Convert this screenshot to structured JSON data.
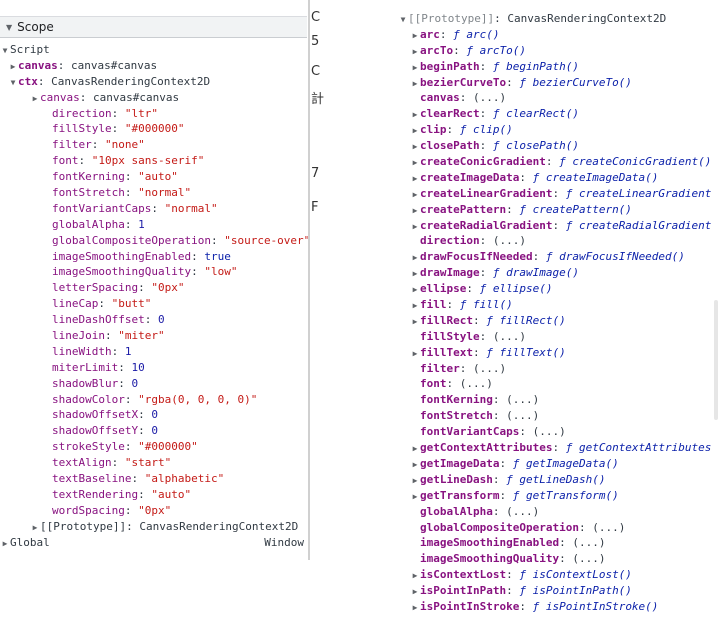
{
  "scope": {
    "title": "Scope"
  },
  "script": {
    "label": "Script",
    "canvas": {
      "key": "canvas",
      "value": "canvas#canvas"
    },
    "ctx": {
      "key": "ctx",
      "value": "CanvasRenderingContext2D"
    },
    "ctx_props": [
      {
        "key": "canvas",
        "value": "canvas#canvas",
        "kind": "o",
        "arrow": true
      },
      {
        "key": "direction",
        "value": "\"ltr\"",
        "kind": "s"
      },
      {
        "key": "fillStyle",
        "value": "\"#000000\"",
        "kind": "s"
      },
      {
        "key": "filter",
        "value": "\"none\"",
        "kind": "s"
      },
      {
        "key": "font",
        "value": "\"10px sans-serif\"",
        "kind": "s"
      },
      {
        "key": "fontKerning",
        "value": "\"auto\"",
        "kind": "s"
      },
      {
        "key": "fontStretch",
        "value": "\"normal\"",
        "kind": "s"
      },
      {
        "key": "fontVariantCaps",
        "value": "\"normal\"",
        "kind": "s"
      },
      {
        "key": "globalAlpha",
        "value": "1",
        "kind": "n"
      },
      {
        "key": "globalCompositeOperation",
        "value": "\"source-over\"",
        "kind": "s"
      },
      {
        "key": "imageSmoothingEnabled",
        "value": "true",
        "kind": "b"
      },
      {
        "key": "imageSmoothingQuality",
        "value": "\"low\"",
        "kind": "s"
      },
      {
        "key": "letterSpacing",
        "value": "\"0px\"",
        "kind": "s"
      },
      {
        "key": "lineCap",
        "value": "\"butt\"",
        "kind": "s"
      },
      {
        "key": "lineDashOffset",
        "value": "0",
        "kind": "n"
      },
      {
        "key": "lineJoin",
        "value": "\"miter\"",
        "kind": "s"
      },
      {
        "key": "lineWidth",
        "value": "1",
        "kind": "n"
      },
      {
        "key": "miterLimit",
        "value": "10",
        "kind": "n"
      },
      {
        "key": "shadowBlur",
        "value": "0",
        "kind": "n"
      },
      {
        "key": "shadowColor",
        "value": "\"rgba(0, 0, 0, 0)\"",
        "kind": "s"
      },
      {
        "key": "shadowOffsetX",
        "value": "0",
        "kind": "n"
      },
      {
        "key": "shadowOffsetY",
        "value": "0",
        "kind": "n"
      },
      {
        "key": "strokeStyle",
        "value": "\"#000000\"",
        "kind": "s"
      },
      {
        "key": "textAlign",
        "value": "\"start\"",
        "kind": "s"
      },
      {
        "key": "textBaseline",
        "value": "\"alphabetic\"",
        "kind": "s"
      },
      {
        "key": "textRendering",
        "value": "\"auto\"",
        "kind": "s"
      },
      {
        "key": "wordSpacing",
        "value": "\"0px\"",
        "kind": "s"
      }
    ],
    "proto": {
      "key": "[[Prototype]]",
      "value": "CanvasRenderingContext2D"
    }
  },
  "global": {
    "label": "Global",
    "value": "Window"
  },
  "edge_glyphs": [
    "C",
    "5",
    "C",
    "計",
    "7",
    "F"
  ],
  "prototype_panel": {
    "header_key": "[[Prototype]]",
    "header_value": "CanvasRenderingContext2D",
    "items": [
      {
        "key": "arc",
        "fn": "arc()",
        "arrow": true
      },
      {
        "key": "arcTo",
        "fn": "arcTo()",
        "arrow": true
      },
      {
        "key": "beginPath",
        "fn": "beginPath()",
        "arrow": true
      },
      {
        "key": "bezierCurveTo",
        "fn": "bezierCurveTo()",
        "arrow": true
      },
      {
        "key": "canvas",
        "getter": "(...)",
        "arrow": false
      },
      {
        "key": "clearRect",
        "fn": "clearRect()",
        "arrow": true
      },
      {
        "key": "clip",
        "fn": "clip()",
        "arrow": true
      },
      {
        "key": "closePath",
        "fn": "closePath()",
        "arrow": true
      },
      {
        "key": "createConicGradient",
        "fn": "createConicGradient()",
        "arrow": true
      },
      {
        "key": "createImageData",
        "fn": "createImageData()",
        "arrow": true
      },
      {
        "key": "createLinearGradient",
        "fn": "createLinearGradient",
        "arrow": true
      },
      {
        "key": "createPattern",
        "fn": "createPattern()",
        "arrow": true
      },
      {
        "key": "createRadialGradient",
        "fn": "createRadialGradient",
        "arrow": true
      },
      {
        "key": "direction",
        "getter": "(...)",
        "arrow": false
      },
      {
        "key": "drawFocusIfNeeded",
        "fn": "drawFocusIfNeeded()",
        "arrow": true
      },
      {
        "key": "drawImage",
        "fn": "drawImage()",
        "arrow": true
      },
      {
        "key": "ellipse",
        "fn": "ellipse()",
        "arrow": true
      },
      {
        "key": "fill",
        "fn": "fill()",
        "arrow": true
      },
      {
        "key": "fillRect",
        "fn": "fillRect()",
        "arrow": true
      },
      {
        "key": "fillStyle",
        "getter": "(...)",
        "arrow": false
      },
      {
        "key": "fillText",
        "fn": "fillText()",
        "arrow": true
      },
      {
        "key": "filter",
        "getter": "(...)",
        "arrow": false
      },
      {
        "key": "font",
        "getter": "(...)",
        "arrow": false
      },
      {
        "key": "fontKerning",
        "getter": "(...)",
        "arrow": false
      },
      {
        "key": "fontStretch",
        "getter": "(...)",
        "arrow": false
      },
      {
        "key": "fontVariantCaps",
        "getter": "(...)",
        "arrow": false
      },
      {
        "key": "getContextAttributes",
        "fn": "getContextAttributes",
        "arrow": true
      },
      {
        "key": "getImageData",
        "fn": "getImageData()",
        "arrow": true
      },
      {
        "key": "getLineDash",
        "fn": "getLineDash()",
        "arrow": true
      },
      {
        "key": "getTransform",
        "fn": "getTransform()",
        "arrow": true
      },
      {
        "key": "globalAlpha",
        "getter": "(...)",
        "arrow": false
      },
      {
        "key": "globalCompositeOperation",
        "getter": "(...)",
        "arrow": false
      },
      {
        "key": "imageSmoothingEnabled",
        "getter": "(...)",
        "arrow": false
      },
      {
        "key": "imageSmoothingQuality",
        "getter": "(...)",
        "arrow": false
      },
      {
        "key": "isContextLost",
        "fn": "isContextLost()",
        "arrow": true
      },
      {
        "key": "isPointInPath",
        "fn": "isPointInPath()",
        "arrow": true
      },
      {
        "key": "isPointInStroke",
        "fn": "isPointInStroke()",
        "arrow": true
      }
    ]
  },
  "colors": {
    "key": "#881280",
    "string": "#c41a16",
    "number": "#1a1aa6",
    "function": "#0d22aa"
  }
}
